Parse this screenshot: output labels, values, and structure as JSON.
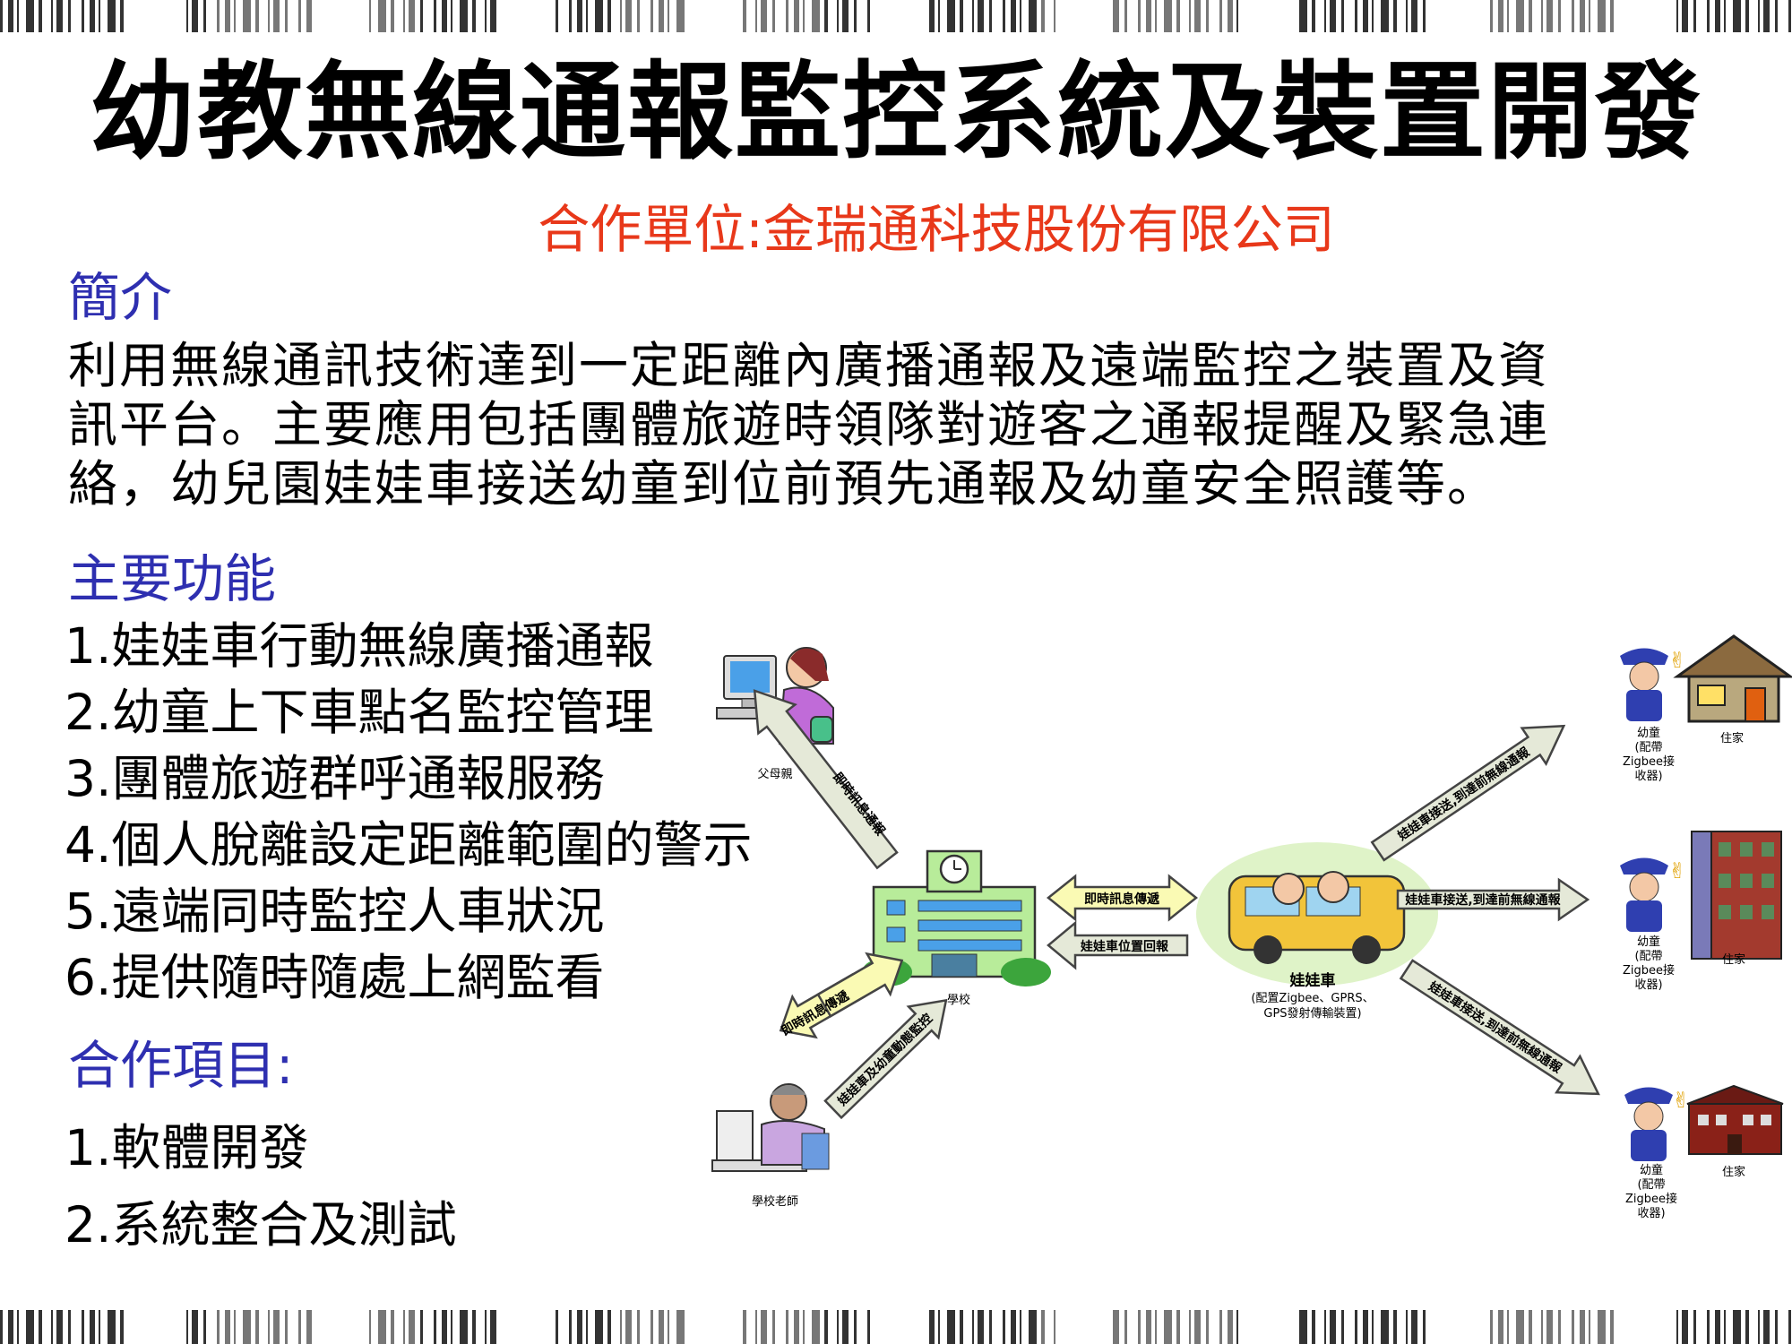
{
  "title": "幼教無線通報監控系統及裝置開發",
  "organization": "合作單位:金瑞通科技股份有限公司",
  "intro": {
    "heading": "簡介",
    "lines": [
      "利用無線通訊技術達到一定距離內廣播通報及遠端監控之裝置及資",
      "訊平台。主要應用包括團體旅遊時領隊對遊客之通報提醒及緊急連",
      "絡，幼兒園娃娃車接送幼童到位前預先通報及幼童安全照護等。"
    ]
  },
  "functions": {
    "heading": "主要功能",
    "items": [
      "1.娃娃車行動無線廣播通報",
      "2.幼童上下車點名監控管理",
      "3.團體旅遊群呼通報服務",
      "4.個人脫離設定距離範圍的警示",
      "5.遠端同時監控人車狀況",
      "6.提供隨時隨處上網監看"
    ]
  },
  "cooperation": {
    "heading": "合作項目:",
    "items": [
      "1.軟體開發",
      "2.系統整合及測試"
    ]
  },
  "diagram": {
    "parents_label": "父母親",
    "school_label": "學校",
    "teacher_label": "學校老師",
    "bus_label": "娃娃車",
    "bus_sub1": "(配置Zigbee、GPRS、",
    "bus_sub2": "GPS發射傳輸裝置)",
    "arrow_realtime": "即時訊息傳遞",
    "arrow_position": "娃娃車位置回報",
    "arrow_parents": "即時訊息通報",
    "arrow_teacher_a": "即時訊息傳遞",
    "arrow_teacher_b": "娃娃車及幼童動態監控",
    "arrow_home1": "娃娃車接送,到達前無線通報",
    "arrow_home2": "娃娃車接送,到達前無線通報",
    "arrow_home3": "娃娃車接送,到達前無線通報",
    "child_label": "幼童",
    "child_sub1": "(配帶",
    "child_sub2": "Zigbee接",
    "child_sub3": "收器)",
    "home_label": "住家"
  },
  "colors": {
    "org": "#e8381a",
    "heading": "#2e2fb0",
    "arrow_fill": "#e5e9d8",
    "arrow_yellow": "#fafab4",
    "school_green": "#b8ec9a",
    "bus_yellow": "#f2c43a"
  }
}
